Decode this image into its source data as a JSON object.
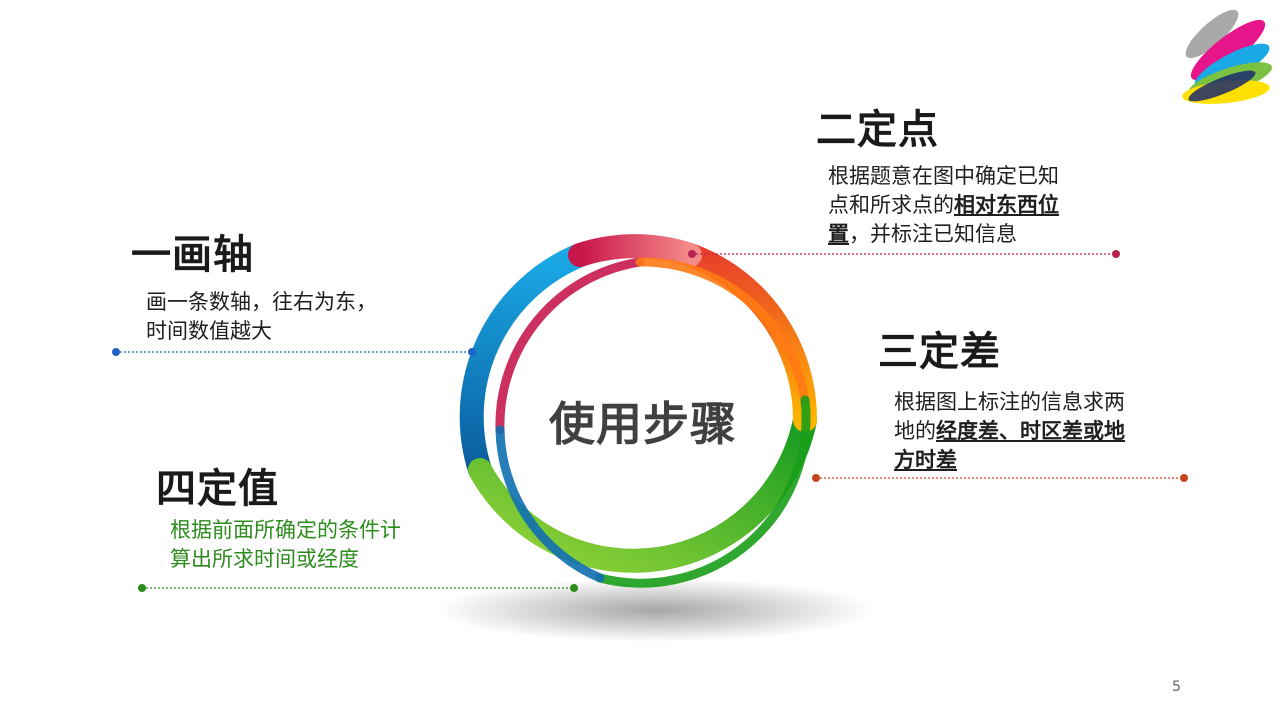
{
  "center": {
    "title": "使用步骤"
  },
  "steps": [
    {
      "id": "step1",
      "title": "一画轴",
      "lines": [
        "画一条数轴，往右为东，",
        "时间数值越大"
      ],
      "color": "#1f63c6"
    },
    {
      "id": "step2",
      "title": "二定点",
      "line1": "根据题意在图中确定已知",
      "line2_pre": "点和所求点的",
      "line2_bold": "相对东西位",
      "line3_bold": "置",
      "line3_post": "，并标注已知信息",
      "color": "#b5234e"
    },
    {
      "id": "step3",
      "title": "三定差",
      "line1": "根据图上标注的信息求两",
      "line2_pre": "地的",
      "line2_bold": "经度差、时区差或地",
      "line3_bold": "方时差",
      "color": "#c8431f"
    },
    {
      "id": "step4",
      "title": "四定值",
      "lines": [
        "根据前面所确定的条件计",
        "算出所求时间或经度"
      ],
      "color": "#2e8b1e"
    }
  ],
  "page": {
    "number": "5"
  },
  "ring_colors": [
    "#e8305a",
    "#f47a20",
    "#ffc400",
    "#3fae2a",
    "#1f8fd8",
    "#1aa9e6"
  ]
}
